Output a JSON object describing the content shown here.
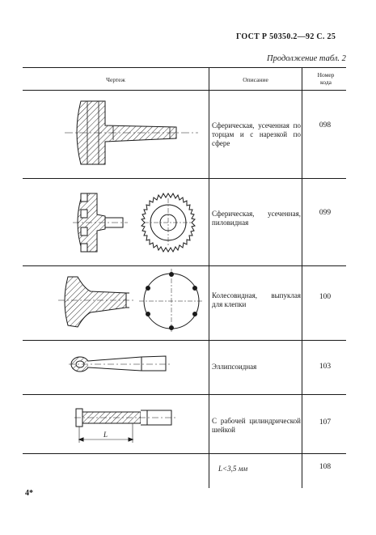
{
  "header": {
    "title": "ГОСТ Р 50350.2—92 С. 25",
    "continuation": "Продолжение табл. 2"
  },
  "table": {
    "columns": [
      "Чертеж",
      "Описание",
      "Номер кода"
    ],
    "rows": [
      {
        "description": "Сферическая, усеченная по торцам и с нарезкой по сфере",
        "code": "098"
      },
      {
        "description": "Сферическая, усеченная, пиловидная",
        "code": "099"
      },
      {
        "description": "Колесовидная, выпуклая для клепки",
        "code": "100"
      },
      {
        "description": "Эллипсоидная",
        "code": "103"
      },
      {
        "description": "С рабочей цилиндрической шейкой",
        "code": "107"
      },
      {
        "description": "L<3,5 мм",
        "code": "108"
      }
    ]
  },
  "drawing_labels": {
    "dimension_L": "L"
  },
  "footer": {
    "page_mark": "4*"
  }
}
